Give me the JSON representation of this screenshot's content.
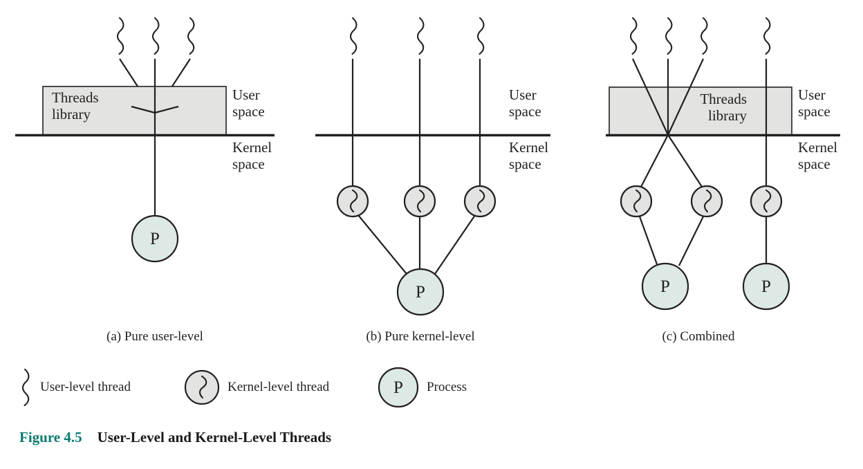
{
  "figure": {
    "number_label": "Figure 4.5",
    "title": "User-Level and Kernel-Level Threads",
    "accent_color": "#0a7a71",
    "title_color": "#1a1a1a"
  },
  "style": {
    "background": "#ffffff",
    "line_color": "#231f20",
    "box_fill": "#e3e3e1",
    "box_stroke": "#231f20",
    "kernel_thread_fill": "#e3e3e1",
    "process_fill": "#dde9e4",
    "process_stroke": "#231f20"
  },
  "panels": [
    {
      "id": "a",
      "subcaption": "(a) Pure user-level",
      "box_label_line1": "Threads",
      "box_label_line2": "library",
      "user_space_line1": "User",
      "user_space_line2": "space",
      "kernel_space_line1": "Kernel",
      "kernel_space_line2": "space",
      "user_level_threads": 3,
      "kernel_level_threads": 0,
      "processes": 1,
      "process_label": "P"
    },
    {
      "id": "b",
      "subcaption": "(b) Pure kernel-level",
      "box_label_line1": "",
      "box_label_line2": "",
      "user_space_line1": "User",
      "user_space_line2": "space",
      "kernel_space_line1": "Kernel",
      "kernel_space_line2": "space",
      "user_level_threads": 3,
      "kernel_level_threads": 3,
      "processes": 1,
      "process_label": "P"
    },
    {
      "id": "c",
      "subcaption": "(c) Combined",
      "box_label_line1": "Threads",
      "box_label_line2": "library",
      "user_space_line1": "User",
      "user_space_line2": "space",
      "kernel_space_line1": "Kernel",
      "kernel_space_line2": "space",
      "user_level_threads": 4,
      "kernel_level_threads": 3,
      "processes": 2,
      "process_label": "P"
    }
  ],
  "legend": {
    "items": [
      {
        "icon": "squiggle-icon",
        "label": "User-level thread"
      },
      {
        "icon": "kernel-thread-circle-icon",
        "label": "Kernel-level thread"
      },
      {
        "icon": "process-circle-icon",
        "label": "Process",
        "glyph": "P"
      }
    ]
  }
}
